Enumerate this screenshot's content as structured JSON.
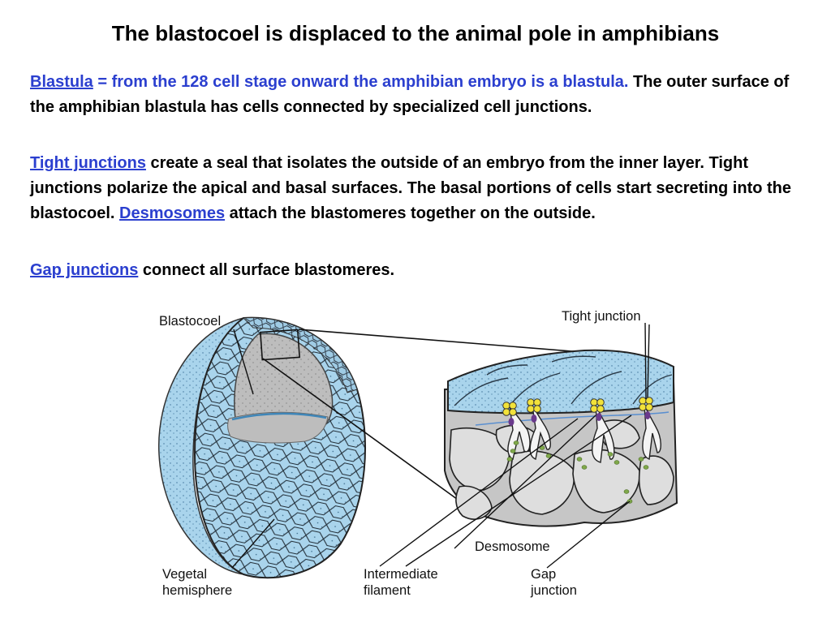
{
  "slide": {
    "title": "The blastocoel is displaced to the animal pole in amphibians",
    "p1": {
      "term": "Blastula",
      "def": " = from the 128 cell stage onward the amphibian embryo is a blastula.",
      "text": " The outer surface of the amphibian blastula has cells connected by specialized cell junctions."
    },
    "p2": {
      "term1": "Tight junctions",
      "text1": " create a seal that isolates the outside of an embryo from the inner layer. Tight junctions polarize the apical and basal surfaces. The basal portions of cells start secreting into the blastocoel. ",
      "term2": "Desmosomes",
      "text2": " attach the blastomeres together on the outside."
    },
    "p3": {
      "term": "Gap junctions",
      "text": " connect all surface blastomeres."
    }
  },
  "figure": {
    "labels": {
      "blastocoel": "Blastocoel",
      "tight_junction": "Tight junction",
      "desmosome": "Desmosome",
      "vegetal_1": "Vegetal",
      "vegetal_2": "hemisphere",
      "intermediate_1": "Intermediate",
      "intermediate_2": "filament",
      "gap_1": "Gap",
      "gap_2": "junction"
    },
    "colors": {
      "embryo_surface": "#a9d4ec",
      "cell_gray": "#c8c8c8",
      "cavity_gray": "#b9b9b9",
      "tight_junction": "#f2e23a",
      "desmosome": "#6a3a8c",
      "gap_junction": "#7fa84a"
    }
  }
}
